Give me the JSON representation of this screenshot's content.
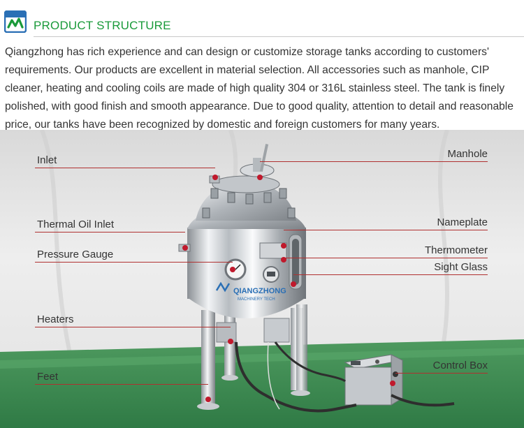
{
  "header": {
    "title": "PRODUCT STRUCTURE",
    "logo_icon": "brand-logo-icon",
    "accent_color": "#1a9a3a"
  },
  "description": "Qiangzhong has rich experience and can design or customize storage tanks according to customers' requirements. Our products are excellent in material selection. All accessories such as manhole, CIP cleaner, heating and cooling coils are made of high quality 304 or 316L stainless steel. The tank is finely polished, with good finish and smooth appearance. Due to good quality, attention to detail and reasonable price, our tanks have been recognized by domestic and foreign customers for many years.",
  "photo": {
    "brand_marking": "QIANGZHONG",
    "brand_sub": "MACHINERY TECH",
    "callout_color": "#c0192c"
  },
  "callouts": {
    "left": [
      {
        "name": "inlet",
        "label": "Inlet"
      },
      {
        "name": "thermal-oil-inlet",
        "label": "Thermal Oil Inlet"
      },
      {
        "name": "pressure-gauge",
        "label": "Pressure Gauge"
      },
      {
        "name": "heaters",
        "label": "Heaters"
      },
      {
        "name": "feet",
        "label": "Feet"
      }
    ],
    "right": [
      {
        "name": "manhole",
        "label": "Manhole"
      },
      {
        "name": "nameplate",
        "label": "Nameplate"
      },
      {
        "name": "thermometer",
        "label": "Thermometer"
      },
      {
        "name": "sight-glass",
        "label": "Sight Glass"
      },
      {
        "name": "control-box",
        "label": "Control Box"
      }
    ]
  }
}
